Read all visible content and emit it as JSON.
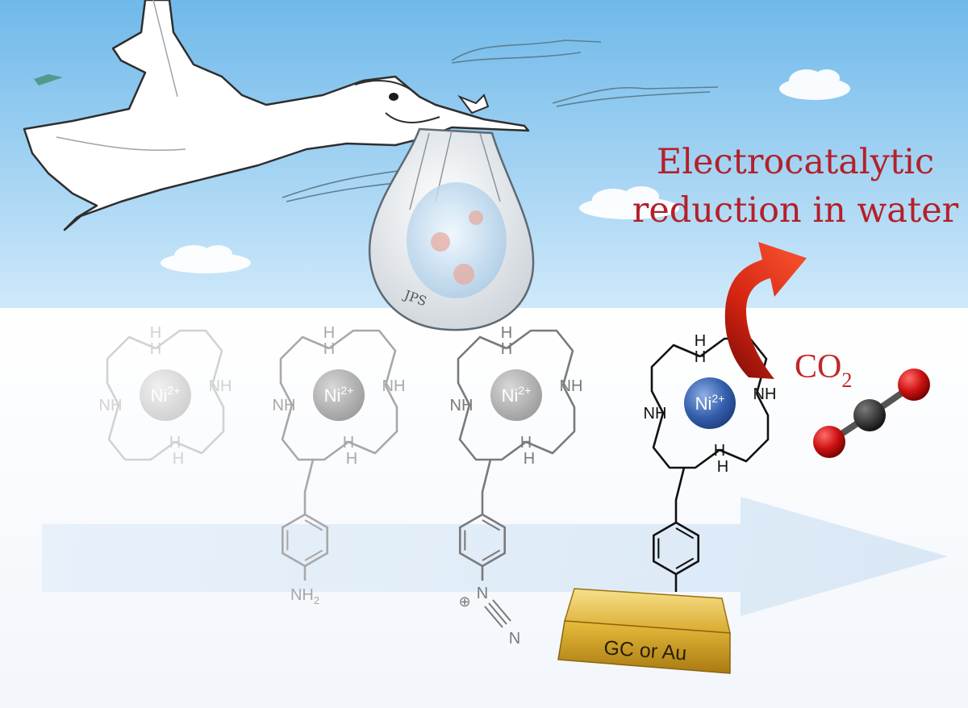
{
  "title": {
    "line1": "Electrocatalytic",
    "line2": "reduction in water"
  },
  "bag_label": "JPS",
  "product": {
    "text": "CO",
    "subscript": "2"
  },
  "electrode_label": "GC or Au",
  "metal": {
    "symbol": "Ni",
    "charge": "2+"
  },
  "amine_label": "NH",
  "amine_label_h": "H",
  "substituents": {
    "aniline": {
      "text": "NH",
      "subscript": "2"
    },
    "diazonium": {
      "charge": "⊕",
      "n1": "N",
      "n2": "N"
    }
  },
  "colors": {
    "sky_top": "#7cc2ec",
    "sky_bottom": "#d3ecfa",
    "title": "#b4202a",
    "nickel_blue": "#2a4f98",
    "arrow": "#d9e9f7",
    "red_arrow": "#c61a10",
    "gold": "#d9a828",
    "oxygen": "#cc1111",
    "carbon": "#262626"
  }
}
